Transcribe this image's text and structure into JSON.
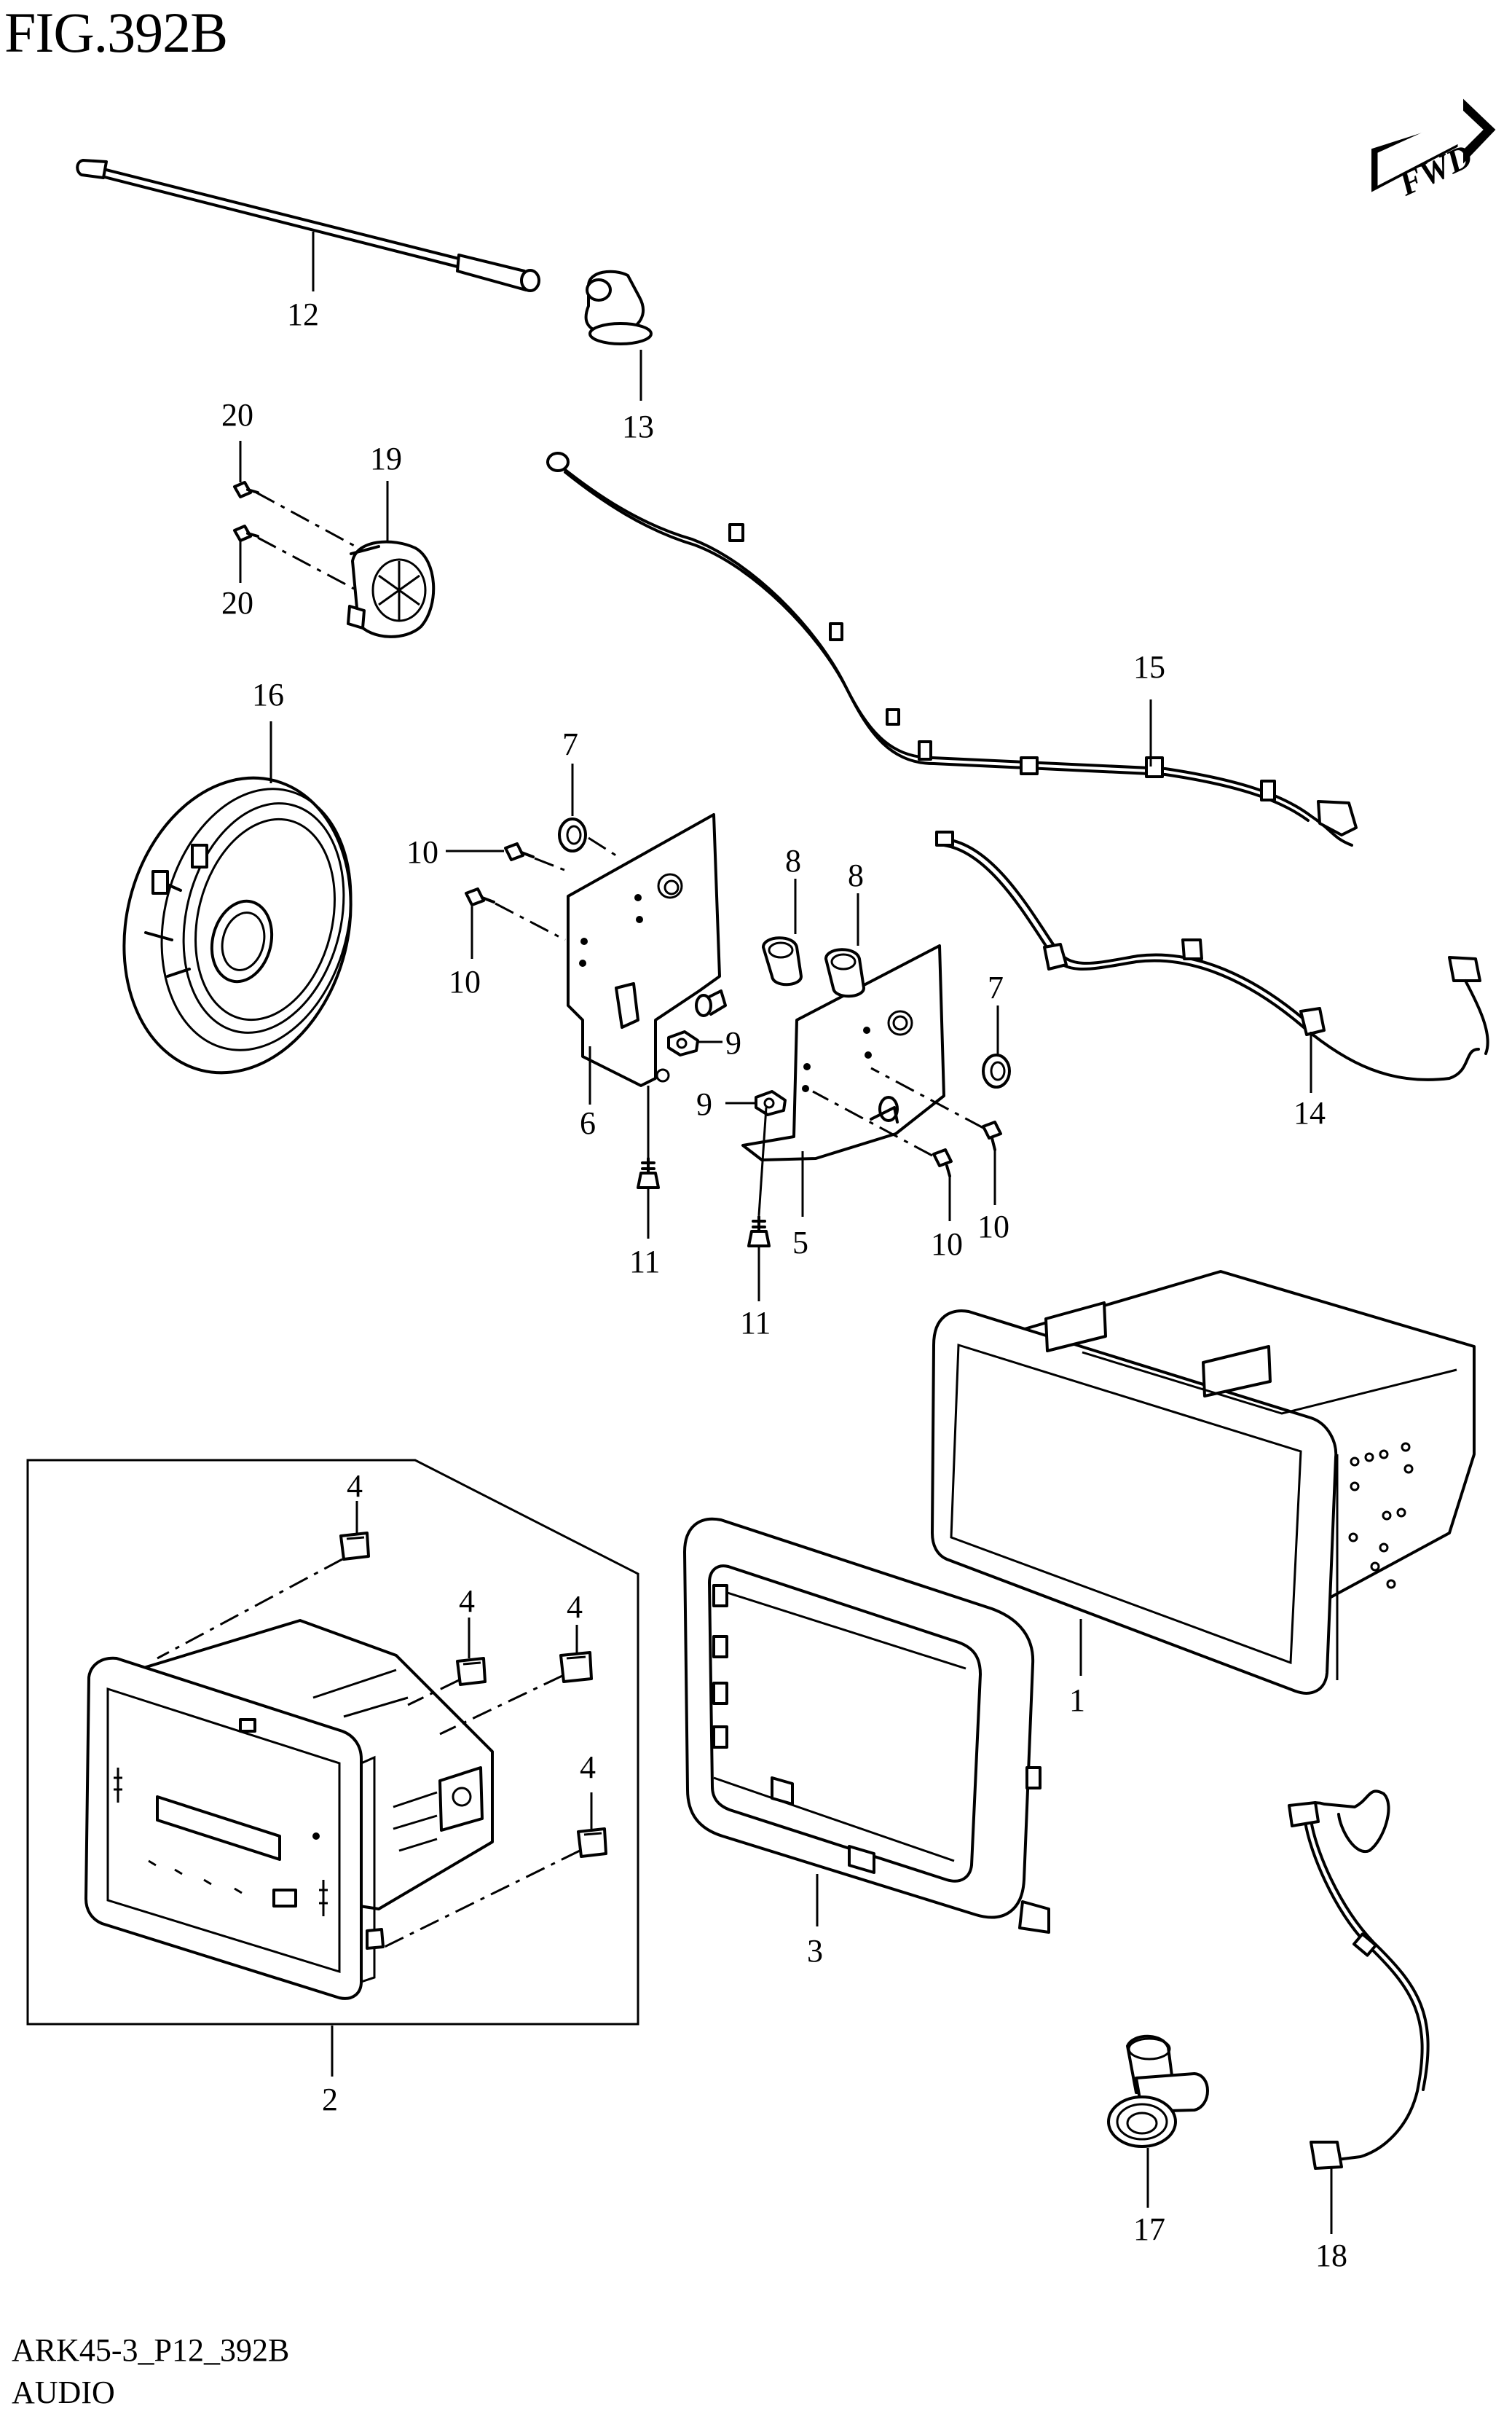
{
  "figure_title": "FIG.392B",
  "drawing_code": "ARK45-3_P12_392B",
  "section_name": "AUDIO",
  "direction_badge": "FWD",
  "part_numbers": {
    "p1": "1",
    "p2": "2",
    "p3": "3",
    "p4a": "4",
    "p4b": "4",
    "p4c": "4",
    "p4d": "4",
    "p5": "5",
    "p6": "6",
    "p7a": "7",
    "p7b": "7",
    "p8a": "8",
    "p8b": "8",
    "p9a": "9",
    "p9b": "9",
    "p10a": "10",
    "p10b": "10",
    "p10c": "10",
    "p10d": "10",
    "p11a": "11",
    "p11b": "11",
    "p12": "12",
    "p13": "13",
    "p14": "14",
    "p15": "15",
    "p16": "16",
    "p17": "17",
    "p18": "18",
    "p19": "19",
    "p20a": "20",
    "p20b": "20"
  }
}
